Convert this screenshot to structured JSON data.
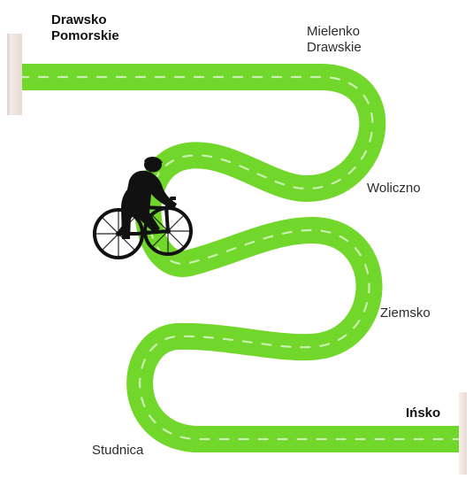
{
  "route": {
    "start": {
      "line1": "Drawsko",
      "line2": "Pomorskie"
    },
    "stops": {
      "mielenko_line1": "Mielenko",
      "mielenko_line2": "Drawskie",
      "woliczno": "Woliczno",
      "ziemsko": "Ziemsko",
      "studnica": "Studnica"
    },
    "end": "Ińsko"
  },
  "colors": {
    "road": "#72d72b",
    "road_dash": "#c9efb0",
    "post": "#f1e6e1",
    "rider": "#111111",
    "label": "#2b2b2b"
  },
  "icons": {
    "start_post": "start-post-icon",
    "finish_post": "finish-post-icon",
    "cyclist": "cyclist-icon"
  }
}
